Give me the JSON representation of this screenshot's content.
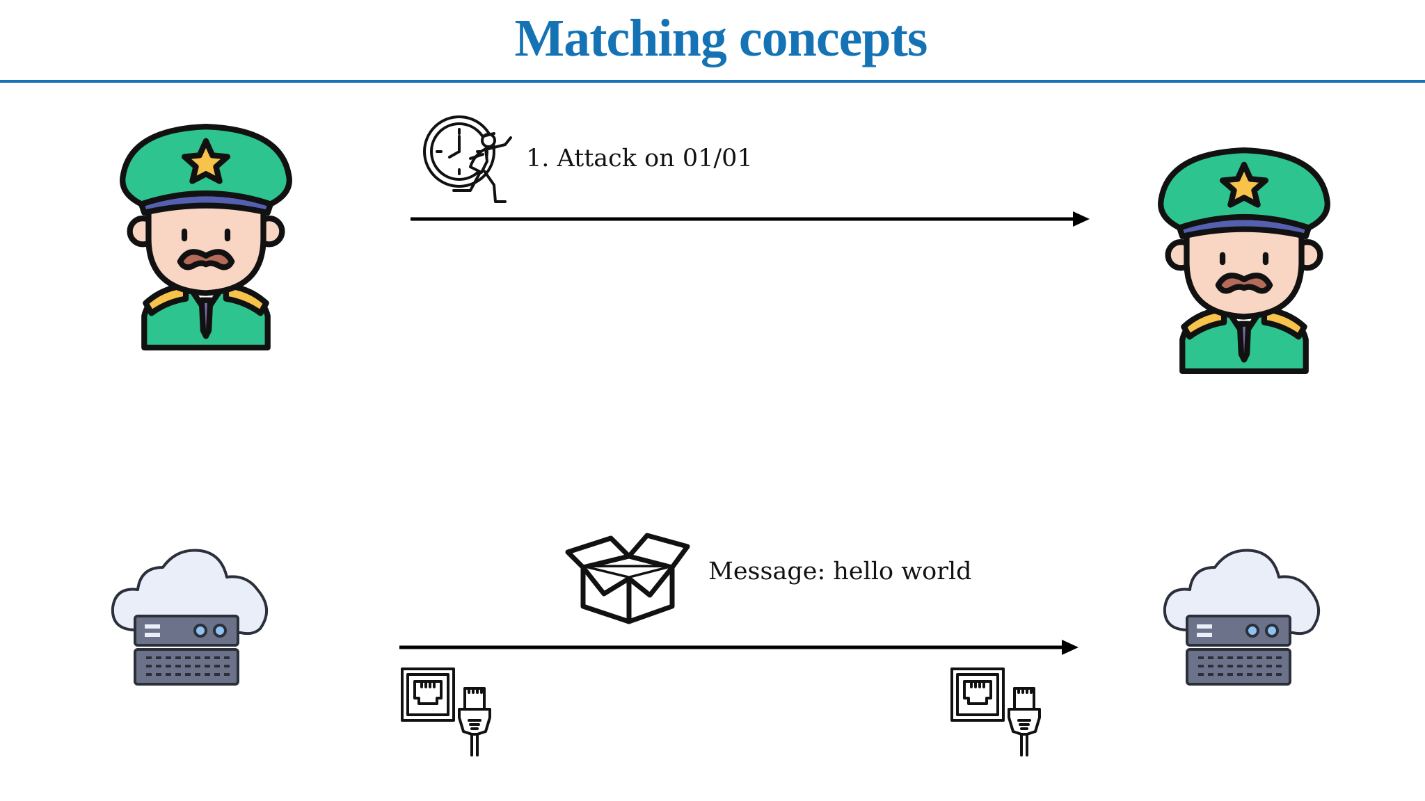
{
  "slide": {
    "title": "Matching concepts",
    "colors": {
      "title": "#1573b5",
      "rule": "#1773b5",
      "arrow": "#000000",
      "hat_green": "#2ec48f",
      "visor": "#5560b0",
      "skin": "#f9d5c4",
      "star": "#f7c34a",
      "cloud": "#e9eef8",
      "server": "#6c7289"
    }
  },
  "diagram": {
    "top_row": {
      "message_label": "1. Attack on 01/01",
      "message_icon": "clock-runner-icon",
      "sender_icon": "general-icon",
      "receiver_icon": "general-icon"
    },
    "bottom_row": {
      "message_label": "Message: hello world",
      "message_icon": "package-box-icon",
      "sender_icon": "cloud-server-icon",
      "receiver_icon": "cloud-server-icon",
      "endpoint_icon": "ethernet-port-icon"
    }
  }
}
